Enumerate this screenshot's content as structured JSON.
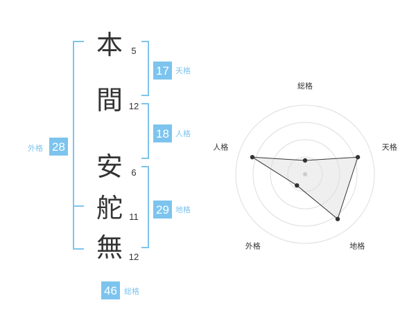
{
  "colors": {
    "accent": "#7cc4ee",
    "text": "#333333",
    "grid": "#dddddd"
  },
  "name": {
    "characters": [
      {
        "char": "本",
        "strokes": "5"
      },
      {
        "char": "間",
        "strokes": "12"
      },
      {
        "char": "安",
        "strokes": "6"
      },
      {
        "char": "舵",
        "strokes": "11"
      },
      {
        "char": "無",
        "strokes": "12"
      }
    ]
  },
  "grids": {
    "tenkaku": {
      "label": "天格",
      "value": "17"
    },
    "jinkaku": {
      "label": "人格",
      "value": "18"
    },
    "chikaku": {
      "label": "地格",
      "value": "29"
    },
    "gaikaku": {
      "label": "外格",
      "value": "28"
    },
    "soukaku": {
      "label": "総格",
      "value": "46"
    }
  },
  "chart_data": {
    "type": "radar",
    "axes": [
      "総格",
      "天格",
      "地格",
      "外格",
      "人格"
    ],
    "values": [
      1,
      4,
      4,
      1,
      4
    ],
    "max": 4,
    "rings": 4
  }
}
